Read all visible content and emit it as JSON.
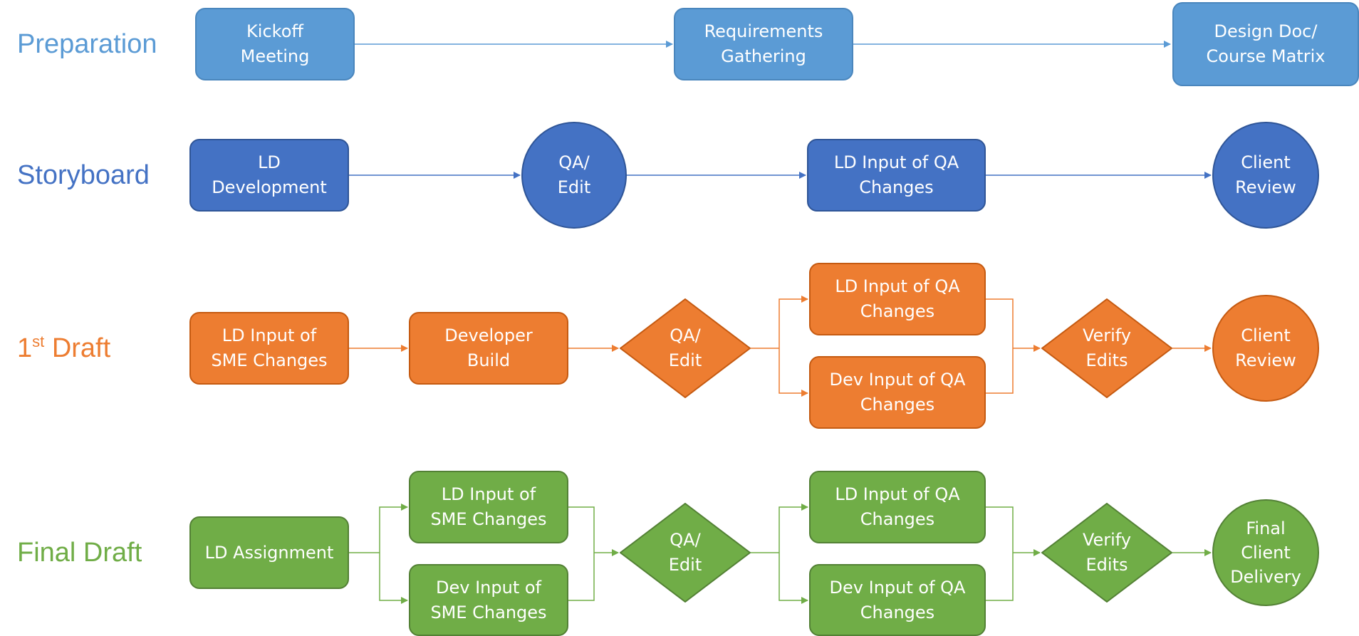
{
  "colors": {
    "preparation": "#5b9bd5",
    "storyboard": "#4472c4",
    "first_draft": "#ed7d31",
    "final_draft": "#70ad47"
  },
  "lanes": {
    "preparation": "Preparation",
    "storyboard": "Storyboard",
    "first_draft_num": "1",
    "first_draft_sup": "st",
    "first_draft_word": " Draft",
    "final_draft": "Final Draft"
  },
  "nodes": {
    "kickoff": "Kickoff\nMeeting",
    "requirements": "Requirements\nGathering",
    "design_doc": "Design Doc/\nCourse Matrix",
    "ld_dev": "LD\nDevelopment",
    "sb_qa": "QA/\nEdit",
    "sb_ld_input": "LD Input of QA\nChanges",
    "sb_client": "Client\nReview",
    "d1_ld_sme": "LD Input of\nSME Changes",
    "d1_dev_build": "Developer\nBuild",
    "d1_qa": "QA/\nEdit",
    "d1_ld_qa": "LD Input of QA\nChanges",
    "d1_dev_qa": "Dev  Input of QA\nChanges",
    "d1_verify": "Verify\nEdits",
    "d1_client": "Client\nReview",
    "fd_assign": "LD Assignment",
    "fd_ld_sme": "LD Input of\nSME Changes",
    "fd_dev_sme": "Dev Input of\nSME Changes",
    "fd_qa": "QA/\nEdit",
    "fd_ld_qa": "LD Input of QA\nChanges",
    "fd_dev_qa": "Dev  Input of QA\nChanges",
    "fd_verify": "Verify\nEdits",
    "fd_delivery": "Final\nClient\nDelivery"
  }
}
